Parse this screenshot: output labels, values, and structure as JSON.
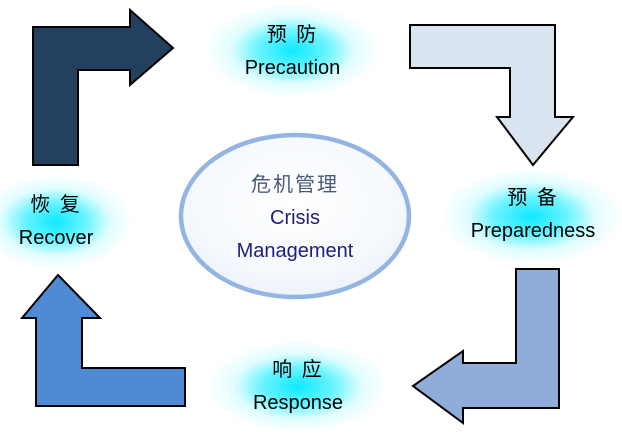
{
  "diagram": {
    "background": "#FFFFFF",
    "center": {
      "title_zh": "危机管理",
      "title_en_line1": "Crisis",
      "title_en_line2": "Management",
      "border_color": "#93B5E2",
      "zh_text_color": "#4A5878",
      "en_text_color": "#20207A"
    },
    "stages": [
      {
        "zh": "预 防",
        "en": "Precaution",
        "position": "top"
      },
      {
        "zh": "预 备",
        "en": "Preparedness",
        "position": "right"
      },
      {
        "zh": "响 应",
        "en": "Response",
        "position": "bottom"
      },
      {
        "zh": "恢 复",
        "en": "Recover",
        "position": "left"
      }
    ],
    "arrows": [
      {
        "name": "recover-to-precaution",
        "direction": "up-then-right",
        "fill": "#24405F",
        "outline": "#000000"
      },
      {
        "name": "precaution-to-preparedness",
        "direction": "right-then-down",
        "fill": "#DAE3F0",
        "outline": "#000000"
      },
      {
        "name": "preparedness-to-response",
        "direction": "down-then-left",
        "fill": "#8FADD8",
        "outline": "#000000"
      },
      {
        "name": "response-to-recover",
        "direction": "left-then-up",
        "fill": "#4F8AD5",
        "outline": "#000000"
      }
    ],
    "label_glow_color": "#00E8FF",
    "label_text_color": "#000000"
  }
}
